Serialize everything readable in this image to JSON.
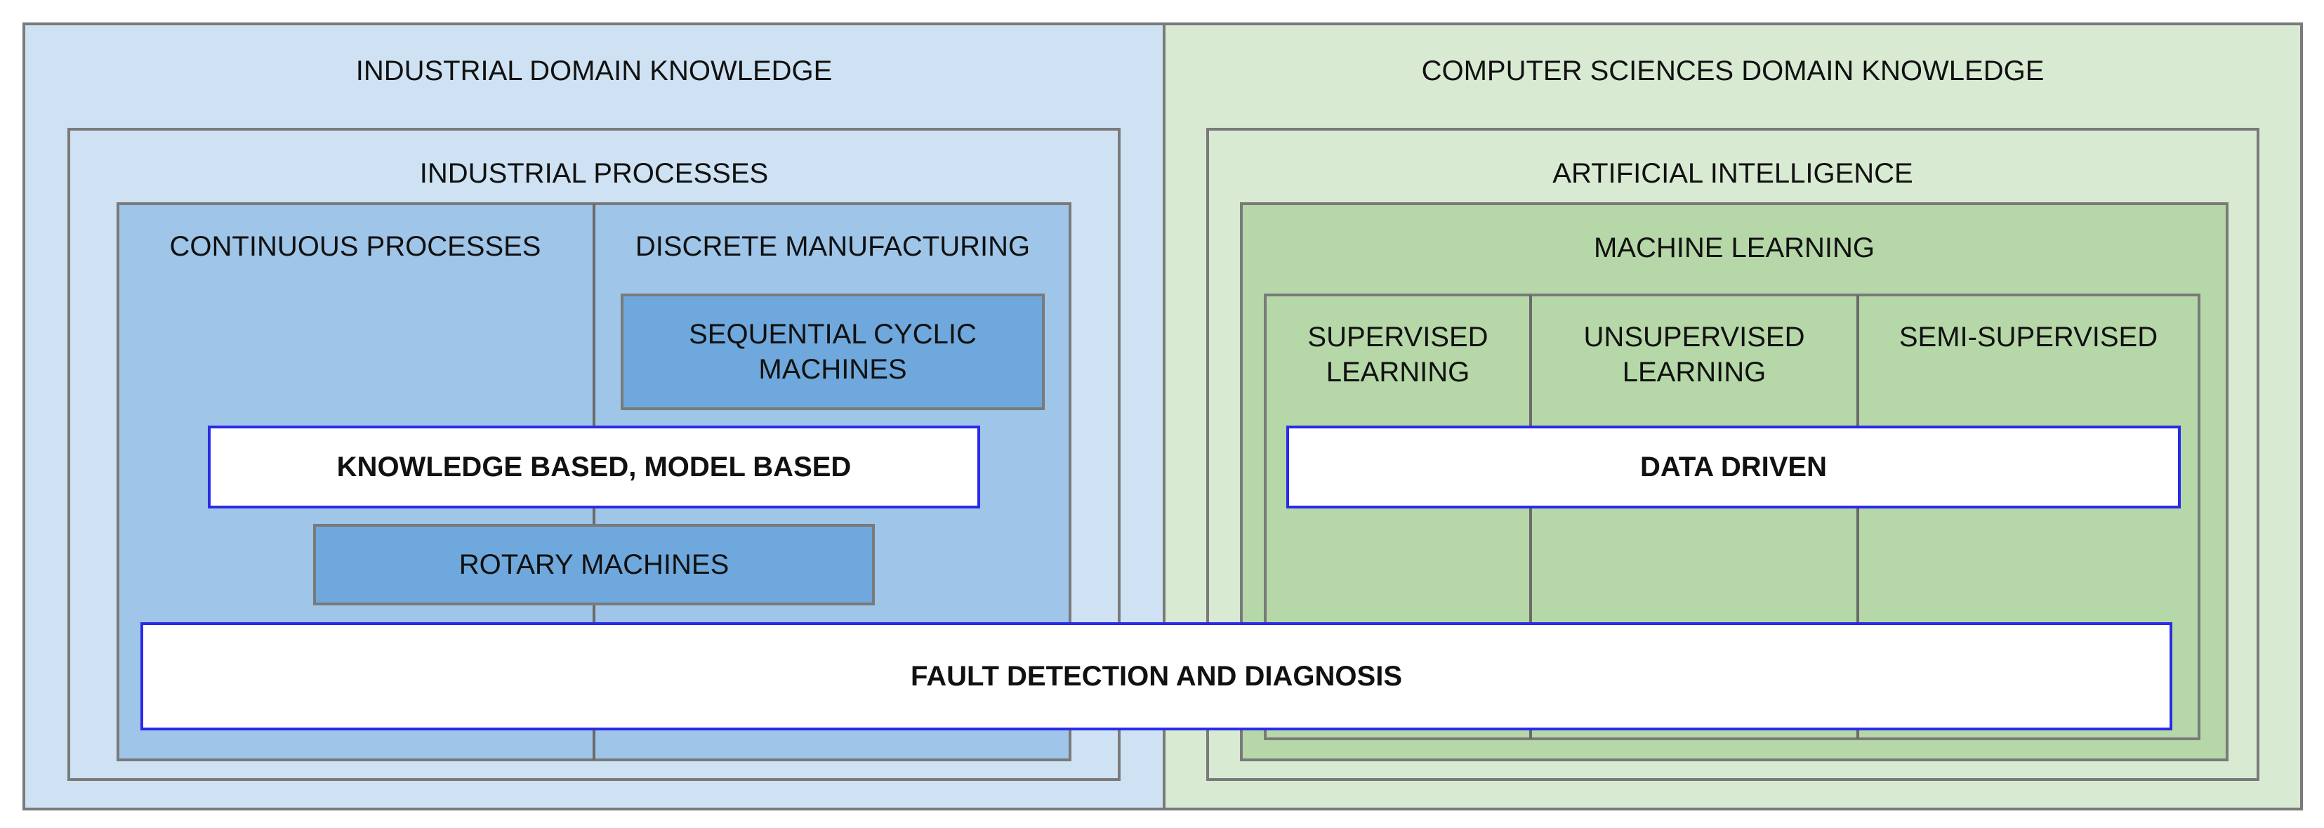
{
  "industrial": {
    "title": "INDUSTRIAL DOMAIN KNOWLEDGE",
    "processes_title": "INDUSTRIAL PROCESSES",
    "continuous": "CONTINUOUS PROCESSES",
    "discrete": "DISCRETE MANUFACTURING",
    "sequential": "SEQUENTIAL CYCLIC\nMACHINES",
    "knowledge_based": "KNOWLEDGE BASED, MODEL BASED",
    "rotary": "ROTARY MACHINES"
  },
  "cs": {
    "title": "COMPUTER SCIENCES DOMAIN KNOWLEDGE",
    "ai_title": "ARTIFICIAL INTELLIGENCE",
    "ml_title": "MACHINE LEARNING",
    "supervised": "SUPERVISED\nLEARNING",
    "unsupervised": "UNSUPERVISED\nLEARNING",
    "semi_supervised": "SEMI-SUPERVISED",
    "data_driven": "DATA DRIVEN"
  },
  "fault": "FAULT DETECTION AND DIAGNOSIS",
  "colors": {
    "industrial_outer": "#cfe2f3",
    "industrial_inner": "#9fc5e8",
    "machine_box": "#6fa8dc",
    "cs_outer": "#d9ead3",
    "cs_inner": "#b6d7a8",
    "bar_border": "#2a2ae8"
  }
}
